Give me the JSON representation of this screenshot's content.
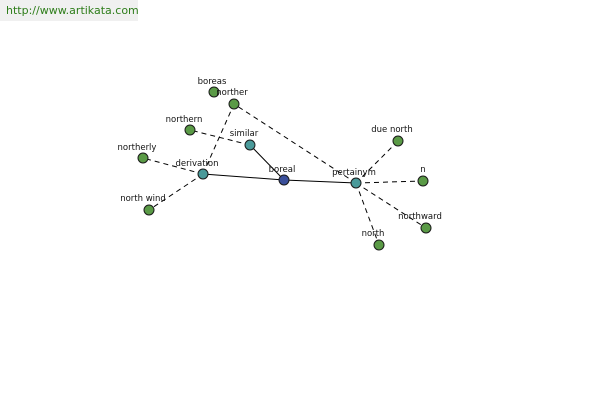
{
  "site": {
    "url": "http://www.artikata.com"
  },
  "colors": {
    "word": "#5a9a46",
    "relation": "#4a9a9a",
    "center": "#3a4f9a"
  },
  "graph": {
    "nodes": [
      {
        "id": "boreal",
        "label": "boreal",
        "kind": "center"
      },
      {
        "id": "similar",
        "label": "similar",
        "kind": "relation"
      },
      {
        "id": "derivation",
        "label": "derivation",
        "kind": "relation"
      },
      {
        "id": "pertainym",
        "label": "pertainym",
        "kind": "relation"
      },
      {
        "id": "boreas",
        "label": "boreas",
        "kind": "word"
      },
      {
        "id": "norther",
        "label": "norther",
        "kind": "word"
      },
      {
        "id": "northern",
        "label": "northern",
        "kind": "word"
      },
      {
        "id": "northerly",
        "label": "northerly",
        "kind": "word"
      },
      {
        "id": "north_wind",
        "label": "north wind",
        "kind": "word"
      },
      {
        "id": "due_north",
        "label": "due north",
        "kind": "word"
      },
      {
        "id": "n",
        "label": "n",
        "kind": "word"
      },
      {
        "id": "northward",
        "label": "northward",
        "kind": "word"
      },
      {
        "id": "north",
        "label": "north",
        "kind": "word"
      }
    ],
    "edges": [
      {
        "from": "boreal",
        "to": "similar",
        "style": "solid"
      },
      {
        "from": "boreal",
        "to": "derivation",
        "style": "solid"
      },
      {
        "from": "boreal",
        "to": "pertainym",
        "style": "solid"
      },
      {
        "from": "similar",
        "to": "northern",
        "style": "dashed"
      },
      {
        "from": "derivation",
        "to": "norther",
        "style": "dashed"
      },
      {
        "from": "derivation",
        "to": "northerly",
        "style": "dashed"
      },
      {
        "from": "derivation",
        "to": "north_wind",
        "style": "dashed"
      },
      {
        "from": "pertainym",
        "to": "norther",
        "style": "dashed"
      },
      {
        "from": "pertainym",
        "to": "due_north",
        "style": "dashed"
      },
      {
        "from": "pertainym",
        "to": "n",
        "style": "dashed"
      },
      {
        "from": "pertainym",
        "to": "northward",
        "style": "dashed"
      },
      {
        "from": "pertainym",
        "to": "north",
        "style": "dashed"
      }
    ]
  }
}
